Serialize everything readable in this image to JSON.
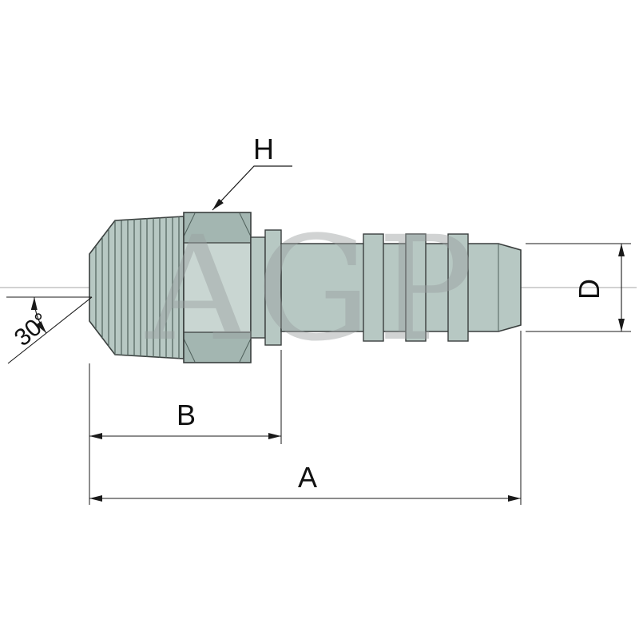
{
  "watermark": "AGP",
  "labels": {
    "hex_width": "H",
    "chamfer_angle": "30°",
    "length_b": "B",
    "length_a": "A",
    "diameter_d": "D"
  },
  "colors": {
    "body": "#b7c8c3",
    "body_light": "#c9d6d2",
    "body_dark": "#a3b6b1",
    "outline": "#3a3f3e",
    "detail_line": "#4f605b",
    "dimension_line": "#1a1a1a",
    "centerline": "#a6a6a6",
    "watermark": "#9aa0a0",
    "background": "#ffffff"
  }
}
